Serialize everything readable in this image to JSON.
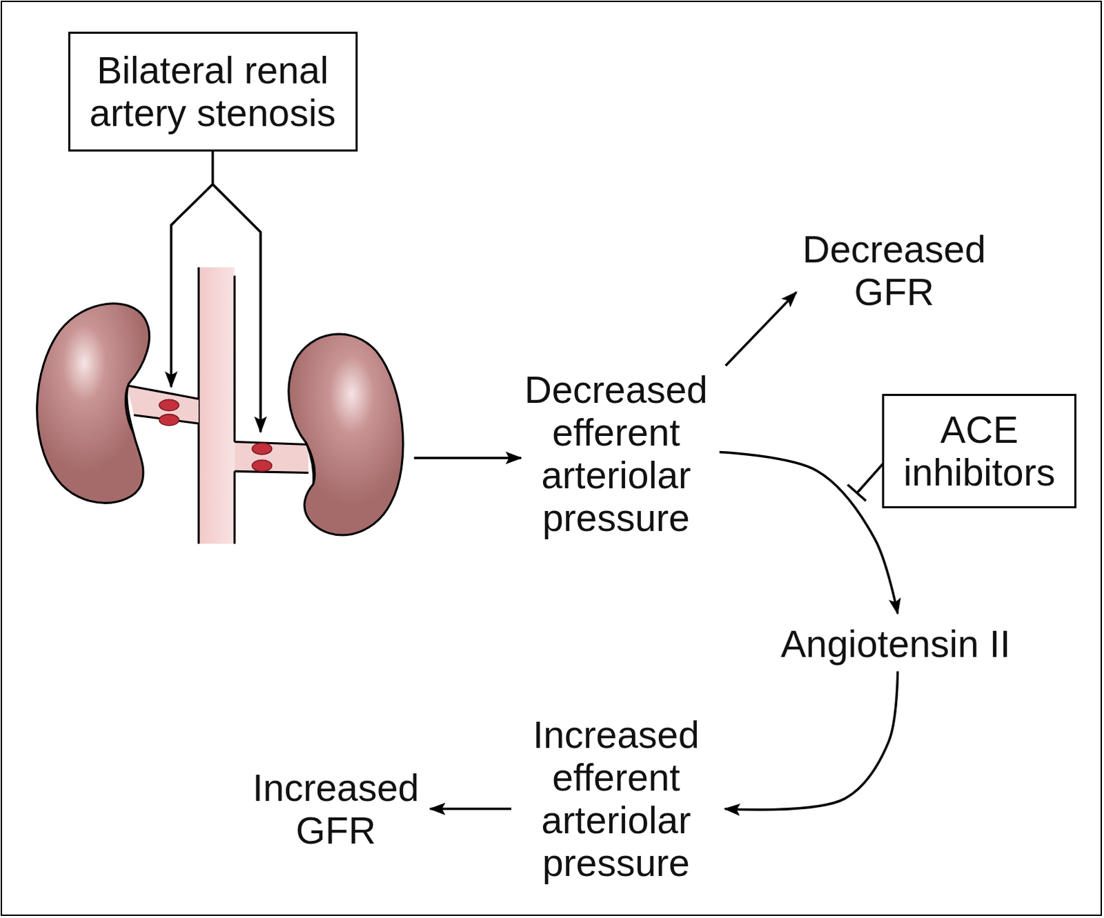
{
  "diagram": {
    "nodes": [
      {
        "text": [
          "Bilateral renal artery stenosis"
        ]
      },
      {
        "text": [
          "Decreased GFR"
        ]
      },
      {
        "text": [
          "Decreased efferent arteriolar pressure"
        ]
      },
      {
        "text": [
          "ACE inhibitors"
        ]
      },
      {
        "text": [
          "Angiotensin II"
        ]
      },
      {
        "text": [
          "Increased GFR"
        ]
      },
      {
        "text": [
          "Increased efferent arteriolar pressure"
        ]
      }
    ],
    "edges": [
      {
        "from": 2,
        "to": 1,
        "arrow": "to"
      },
      {
        "from": 2,
        "to": 4,
        "arrow": "to"
      },
      {
        "from": 4,
        "to": 6,
        "arrow": "to"
      },
      {
        "from": 6,
        "to": 5,
        "arrow": "to"
      }
    ]
  }
}
